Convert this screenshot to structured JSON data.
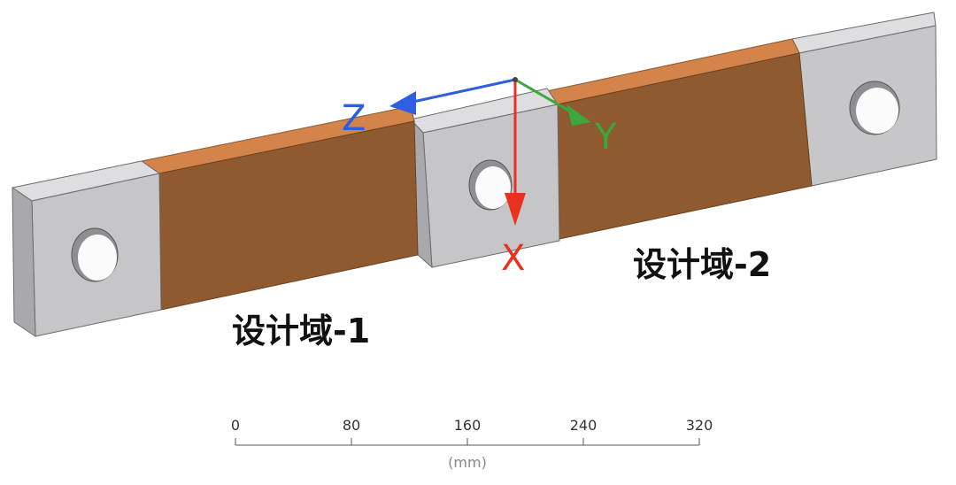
{
  "labels": {
    "domain_1": "设计域-1",
    "domain_2": "设计域-2"
  },
  "triad": {
    "x": {
      "letter": "X",
      "color": "#e8321e"
    },
    "y": {
      "letter": "Y",
      "color": "#3aa83a"
    },
    "z": {
      "letter": "Z",
      "color": "#2f5fe0"
    }
  },
  "scale_bar": {
    "ticks": [
      "0",
      "80",
      "160",
      "240",
      "320"
    ],
    "unit": "(mm)"
  },
  "colors": {
    "design_domain": "#905a30",
    "design_domain_top": "#d4844a",
    "fixed_region": "#c6c6c8",
    "fixed_region_top": "#dedee0",
    "edge": "#6b6b6b"
  }
}
